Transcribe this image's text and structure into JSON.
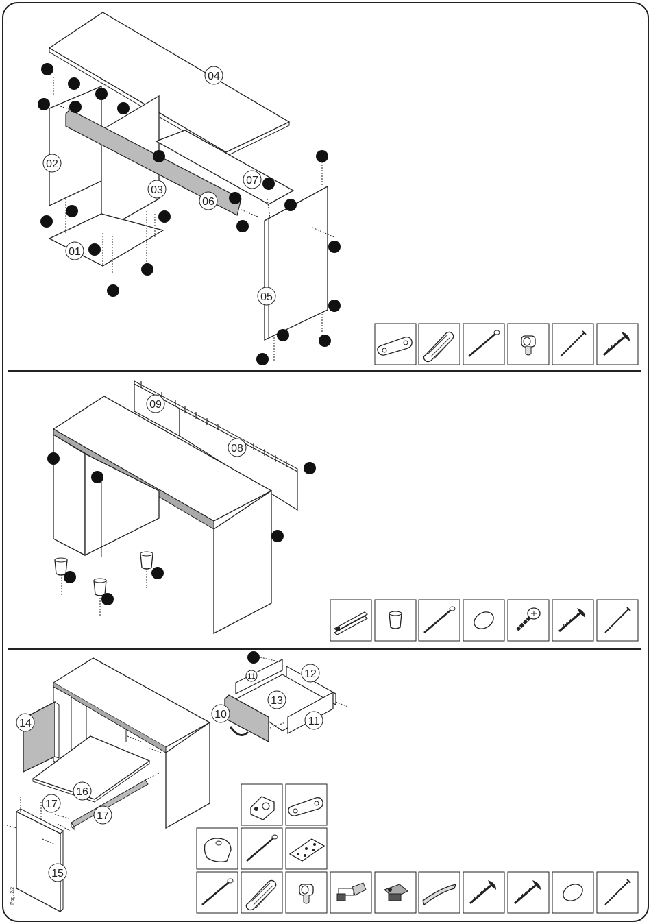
{
  "page": {
    "number": "Pag. 2/2"
  },
  "section1": {
    "parts": [
      "04",
      "02",
      "03",
      "06",
      "07",
      "01",
      "05"
    ],
    "hardware": [
      "joint-plate",
      "dowel",
      "long-screw",
      "cam-lock",
      "nail",
      "pan-screw"
    ]
  },
  "section2": {
    "parts": [
      "09",
      "08"
    ],
    "hardware": [
      "drawer-rails",
      "plastic-foot",
      "long-screw",
      "round-disc",
      "short-screw",
      "pan-screw",
      "nail"
    ]
  },
  "section3": {
    "parts": [
      "11",
      "12",
      "13",
      "10",
      "11",
      "14",
      "16",
      "17",
      "17",
      "15"
    ],
    "hardware_top": [
      "angle-bracket",
      "joint-plate"
    ],
    "hardware_mid": [
      "cam-housing",
      "long-screw",
      "mounting-plate"
    ],
    "hardware_bottom": [
      "long-screw",
      "dowel",
      "cam-lock",
      "hinge",
      "hinge-plate",
      "handle",
      "pan-screw",
      "pan-screw",
      "round-disc",
      "nail"
    ]
  }
}
